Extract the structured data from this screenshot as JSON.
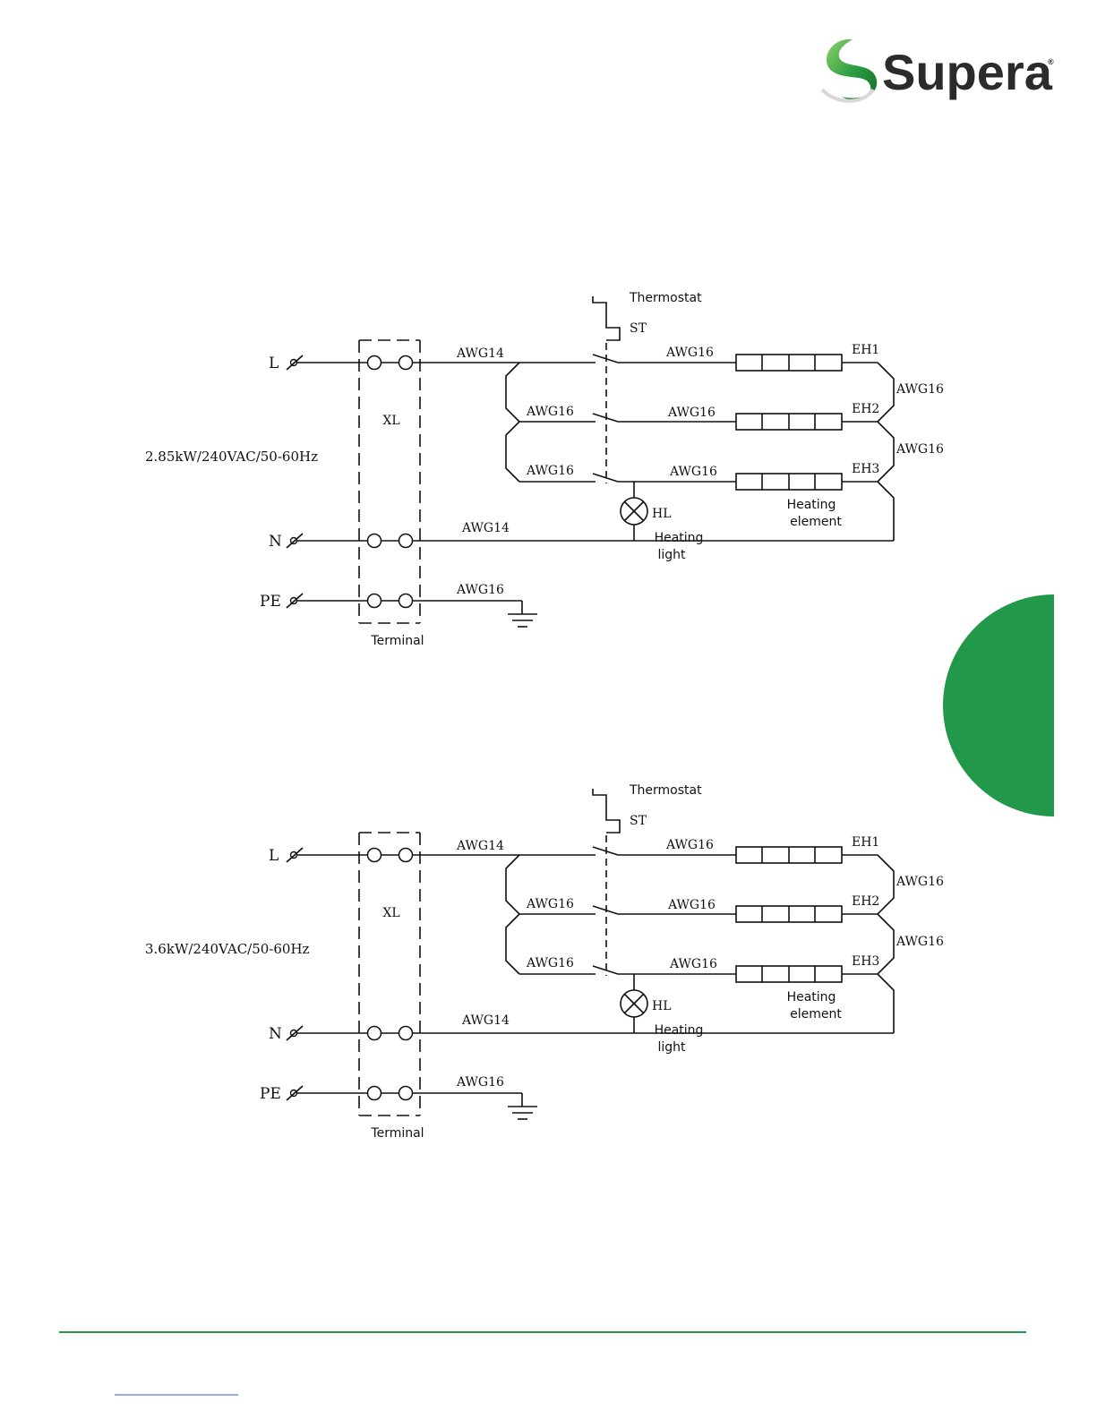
{
  "brand": {
    "name": "Supera",
    "registered": "®",
    "accent_color": "#22984a",
    "text_color": "#2b2b2b"
  },
  "diagrams": [
    {
      "id": "top",
      "rating": "2.85kW/240VAC/50-60Hz",
      "terminal_block_label": "XL",
      "terminal_caption": "Terminal",
      "lines": {
        "L": "L",
        "N": "N",
        "PE": "PE"
      },
      "wires": {
        "L_main": "AWG14",
        "N_main": "AWG14",
        "PE": "AWG16",
        "branch2": "AWG16",
        "branch3": "AWG16",
        "eh1_feed": "AWG16",
        "eh2_feed": "AWG16",
        "eh3_feed": "AWG16",
        "jumper1": "AWG16",
        "jumper2": "AWG16"
      },
      "thermostat": {
        "label": "Thermostat",
        "code": "ST"
      },
      "elements": [
        "EH1",
        "EH2",
        "EH3"
      ],
      "element_caption": [
        "Heating",
        "element"
      ],
      "lamp": {
        "code": "HL",
        "caption": [
          "Heating",
          "light"
        ]
      }
    },
    {
      "id": "bottom",
      "rating": "3.6kW/240VAC/50-60Hz",
      "terminal_block_label": "XL",
      "terminal_caption": "Terminal",
      "lines": {
        "L": "L",
        "N": "N",
        "PE": "PE"
      },
      "wires": {
        "L_main": "AWG14",
        "N_main": "AWG14",
        "PE": "AWG16",
        "branch2": "AWG16",
        "branch3": "AWG16",
        "eh1_feed": "AWG16",
        "eh2_feed": "AWG16",
        "eh3_feed": "AWG16",
        "jumper1": "AWG16",
        "jumper2": "AWG16"
      },
      "thermostat": {
        "label": "Thermostat",
        "code": "ST"
      },
      "elements": [
        "EH1",
        "EH2",
        "EH3"
      ],
      "element_caption": [
        "Heating",
        "element"
      ],
      "lamp": {
        "code": "HL",
        "caption": [
          "Heating",
          "light"
        ]
      }
    }
  ],
  "footer": {
    "rule_color": "#22984a"
  }
}
